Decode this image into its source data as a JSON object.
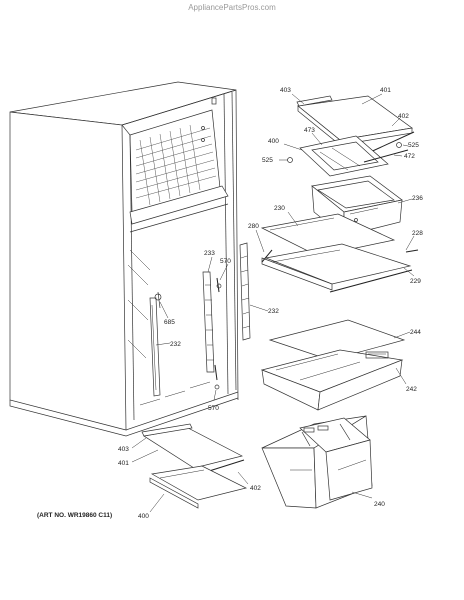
{
  "header": {
    "watermark": "AppliancePartsPros.com"
  },
  "footer": {
    "art_number": "(ART NO. WR19860 C11)"
  },
  "part_labels": {
    "p403a": "403",
    "p401a": "401",
    "p402a": "402",
    "p473": "473",
    "p400a": "400",
    "p525a": "525",
    "p525b": "525",
    "p472": "472",
    "p236": "236",
    "p230": "230",
    "p280": "280",
    "p228": "228",
    "p229": "229",
    "p233": "233",
    "p570a": "570",
    "p685": "685",
    "p232a": "232",
    "p232b": "232",
    "p570b": "570",
    "p244": "244",
    "p242": "242",
    "p403b": "403",
    "p401b": "401",
    "p402b": "402",
    "p400b": "400",
    "p240": "240"
  }
}
